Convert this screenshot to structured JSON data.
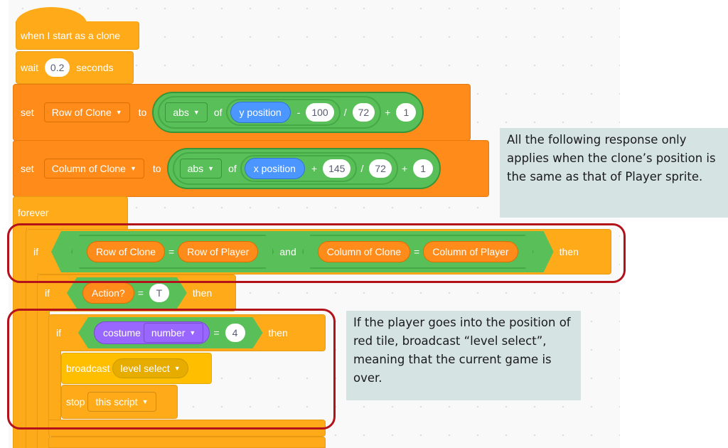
{
  "script": {
    "hat": {
      "label": "when I start as a clone"
    },
    "wait": {
      "label": "wait",
      "value": "0.2",
      "unit": "seconds"
    },
    "set_row": {
      "set_label": "set",
      "variable": "Row of Clone",
      "to_label": "to",
      "func": "abs",
      "of_label": "of",
      "reporter": "y position",
      "op1": "-",
      "n1": "100",
      "op2": "/",
      "n2": "72",
      "op3": "+",
      "n3": "1"
    },
    "set_col": {
      "set_label": "set",
      "variable": "Column of Clone",
      "to_label": "to",
      "func": "abs",
      "of_label": "of",
      "reporter": "x position",
      "op1": "+",
      "n1": "145",
      "op2": "/",
      "n2": "72",
      "op3": "+",
      "n3": "1"
    },
    "forever": {
      "label": "forever"
    },
    "if_pos": {
      "if_label": "if",
      "left_a": "Row of Clone",
      "eq": "=",
      "right_a": "Row of Player",
      "and_label": "and",
      "left_b": "Column of Clone",
      "right_b": "Column of Player",
      "then_label": "then"
    },
    "if_action": {
      "if_label": "if",
      "left": "Action?",
      "eq": "=",
      "right": "T",
      "then_label": "then"
    },
    "if_costume": {
      "if_label": "if",
      "reporter": "costume",
      "option": "number",
      "eq": "=",
      "value": "4",
      "then_label": "then"
    },
    "broadcast": {
      "label": "broadcast",
      "message": "level select"
    },
    "stop": {
      "label": "stop",
      "option": "this script"
    }
  },
  "notes": {
    "top": "All the following response only applies when the clone’s position is the same as that of Player sprite.",
    "bottom": "If the player goes into the position of red tile, broadcast “level select”, meaning that the current game is over."
  },
  "colors": {
    "control": "#ffab19",
    "events": "#ffbf00",
    "variables": "#ff8c1a",
    "operators": "#59c059",
    "sensing": "#4c97ff",
    "looks": "#9966ff",
    "annotation": "#b3121b",
    "note_bg": "#d6e3e3"
  },
  "icons": {
    "dropdown": "▼"
  }
}
